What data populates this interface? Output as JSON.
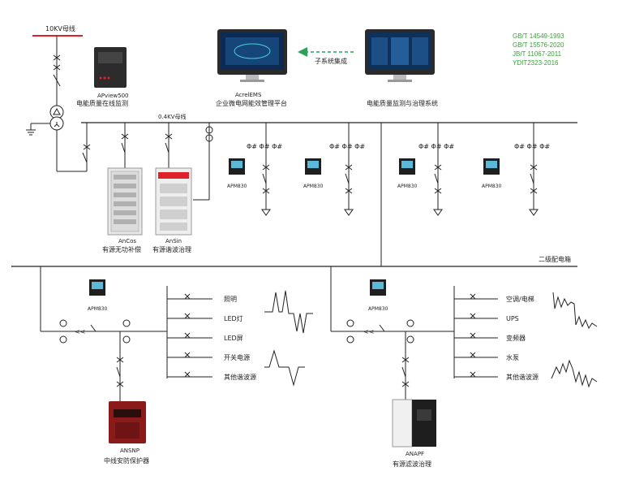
{
  "colors": {
    "line": "#222222",
    "accent_red": "#e0202a",
    "standard_green": "#3a9e3a",
    "arrow_green": "#2aa25a"
  },
  "labels": {
    "hv_bus": "10KV母线",
    "lv_bus": "0.4KV母线",
    "apview_model": "APview500",
    "apview_name": "电能质量在线监测",
    "acrel_model": "AcrelEMS",
    "acrel_name": "企业微电网能效管理平台",
    "pq_system": "电能质量监测与治理系统",
    "integration": "子系统集成",
    "ancos_model": "AnCos",
    "ancos_name": "有源无功补偿",
    "ansin_model": "AnSin",
    "ansin_name": "有源谐波治理",
    "meter": "APM830",
    "secondary_box": "二级配电箱",
    "ansnp_model": "ANSNP",
    "ansnp_name": "中线安防保护器",
    "anapf_model": "ANAPF",
    "anapf_name": "有源滤波治理"
  },
  "standards": [
    "GB/T 14549-1993",
    "GB/T 15576-2020",
    "JB/T 11067-2011",
    "YDIT2323-2016"
  ],
  "left_loads": [
    "照明",
    "LED灯",
    "LED屏",
    "开关电源",
    "其他谐波源"
  ],
  "right_loads": [
    "空调/电梯",
    "UPS",
    "变频器",
    "水泵",
    "其他谐波源"
  ],
  "icons": [
    "monitor-icon",
    "cabinet-icon",
    "meter-icon",
    "transformer-icon",
    "breaker-icon",
    "current-transformer-icon",
    "load-arrow-icon",
    "waveform-icon",
    "ground-icon"
  ]
}
